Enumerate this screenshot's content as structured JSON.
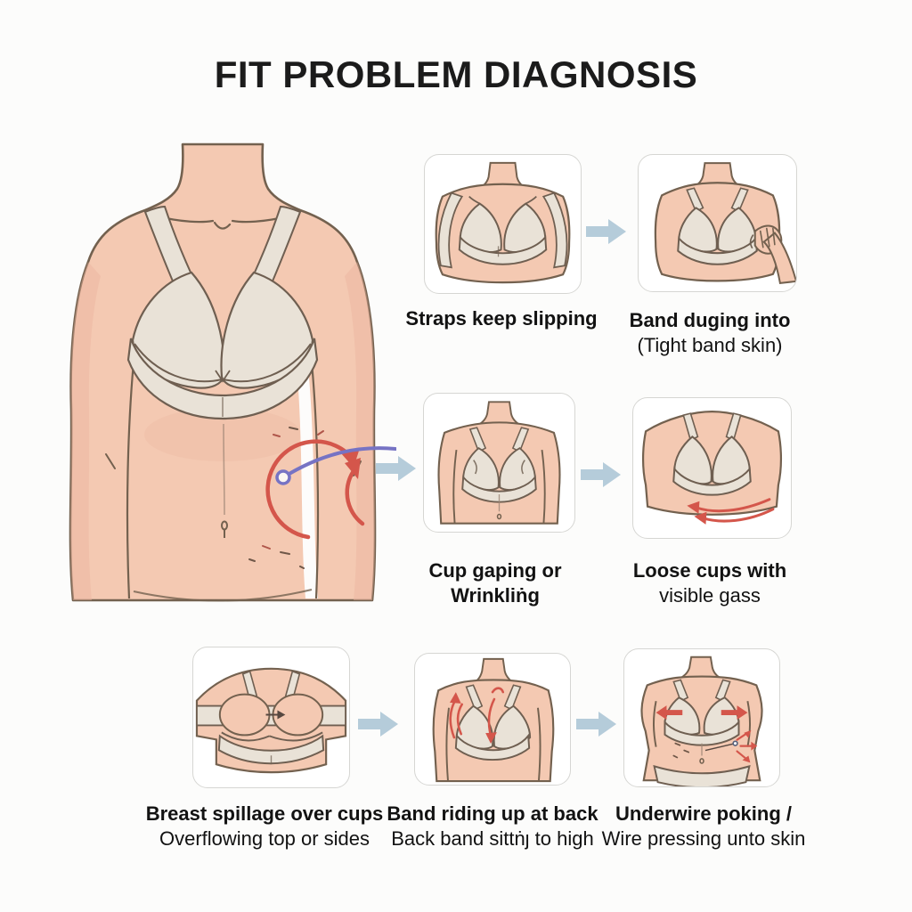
{
  "title": "FIT PROBLEM DIAGNOSIS",
  "colors": {
    "background": "#fcfcfb",
    "panel_border": "#d6d6d3",
    "flow_arrow": "#b5ccda",
    "skin": "#f4c9b2",
    "skin_shade": "#eab49d",
    "line_outline": "#73614f",
    "bra_fabric": "#e9e2d7",
    "annotation_red": "#d4564b",
    "annotation_blue": "#7673c4",
    "text": "#121212"
  },
  "main_figure": {
    "description": "torso-with-bra-and-rotation-annotation"
  },
  "cells": [
    {
      "name": "straps-slipping",
      "line1": "Straps keep slipping",
      "line2": ""
    },
    {
      "name": "band-digging",
      "line1": "Band duging into",
      "line2": "(Tight band skin)"
    },
    {
      "name": "cup-gaping",
      "line1": "Cup gaping or",
      "line2": "Wrinkliṅg"
    },
    {
      "name": "loose-cups",
      "line1": "Loose cups with",
      "line2": "visible gass"
    },
    {
      "name": "breast-spillage",
      "line1": "Breast spillage over cups",
      "line2": "Overflowing top or sides"
    },
    {
      "name": "band-riding-up",
      "line1": "Band riding up at back",
      "line2": "Back band sittṅȷ to high"
    },
    {
      "name": "underwire-poking",
      "line1": "Underwire poking /",
      "line2": "Wire pressing unto skin"
    }
  ]
}
